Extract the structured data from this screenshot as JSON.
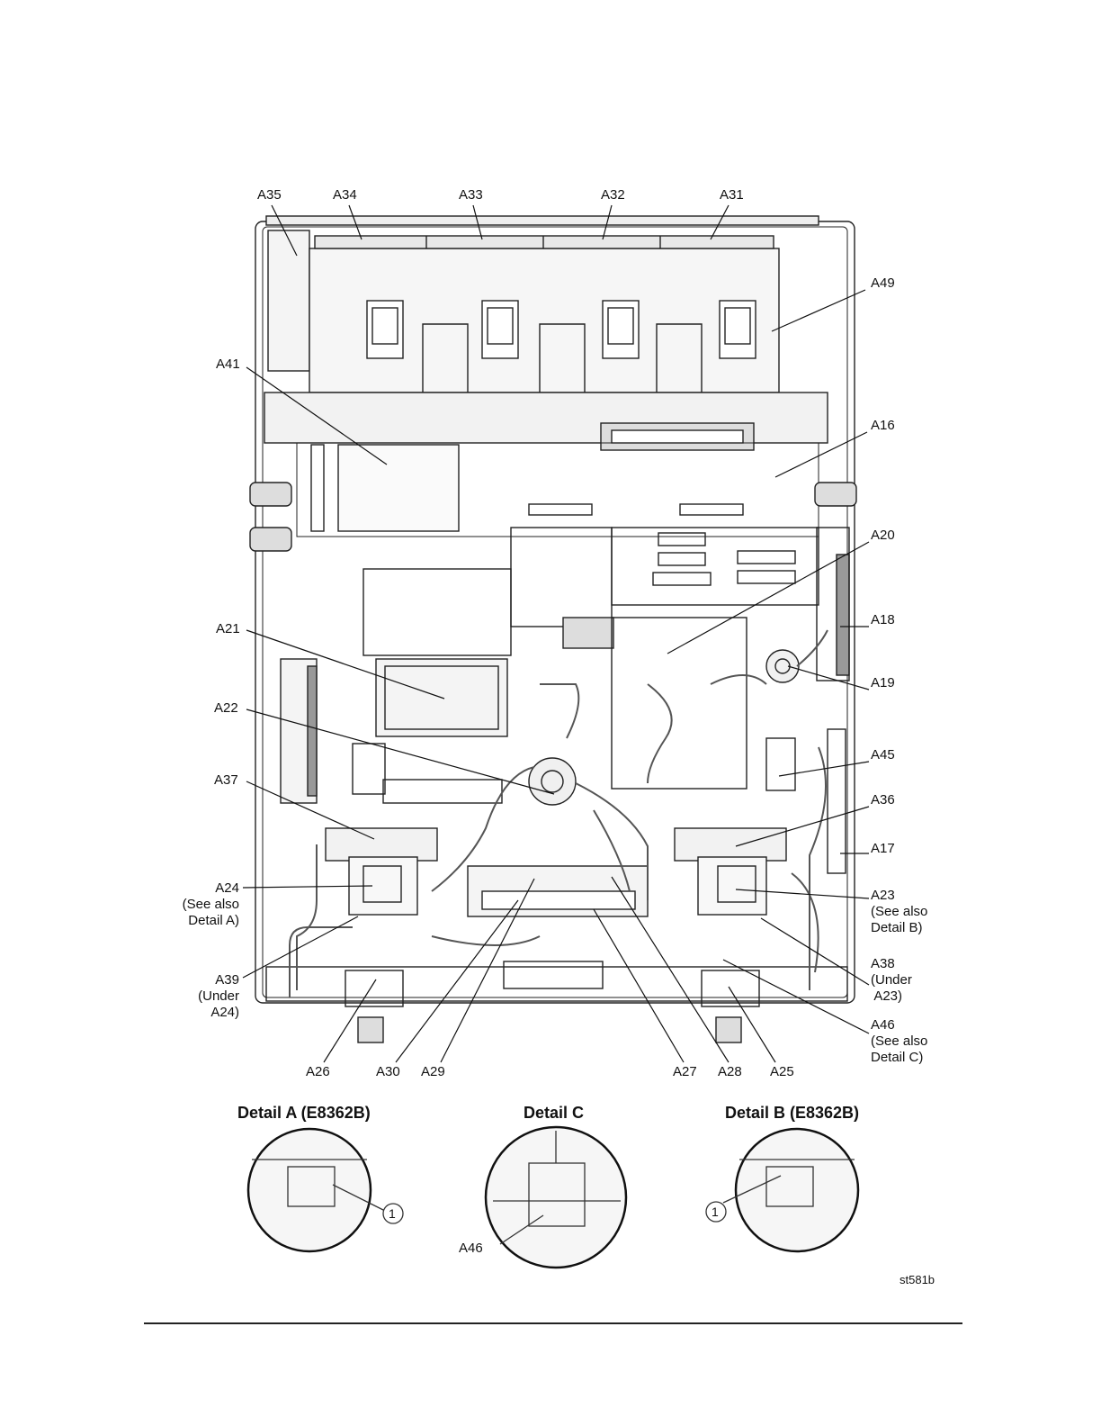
{
  "labels": {
    "A35": "A35",
    "A34": "A34",
    "A33": "A33",
    "A32": "A32",
    "A31": "A31",
    "A49": "A49",
    "A41": "A41",
    "A16": "A16",
    "A20": "A20",
    "A18": "A18",
    "A19": "A19",
    "A21": "A21",
    "A22": "A22",
    "A45": "A45",
    "A37": "A37",
    "A36": "A36",
    "A17": "A17",
    "A24": "A24\n(See also\nDetail A)",
    "A23": "A23\n(See also\nDetail B)",
    "A38": "A38\n(Under\n A23)",
    "A39": "A39\n(Under\nA24)",
    "A46": "A46\n(See also\nDetail C)",
    "A26": "A26",
    "A30": "A30",
    "A29": "A29",
    "A27": "A27",
    "A28": "A28",
    "A25": "A25"
  },
  "details": {
    "a_title": "Detail A (E8362B)",
    "c_title": "Detail C",
    "b_title": "Detail B (E8362B)",
    "callout": "1",
    "c_label": "A46"
  },
  "figure_id": "st581b"
}
